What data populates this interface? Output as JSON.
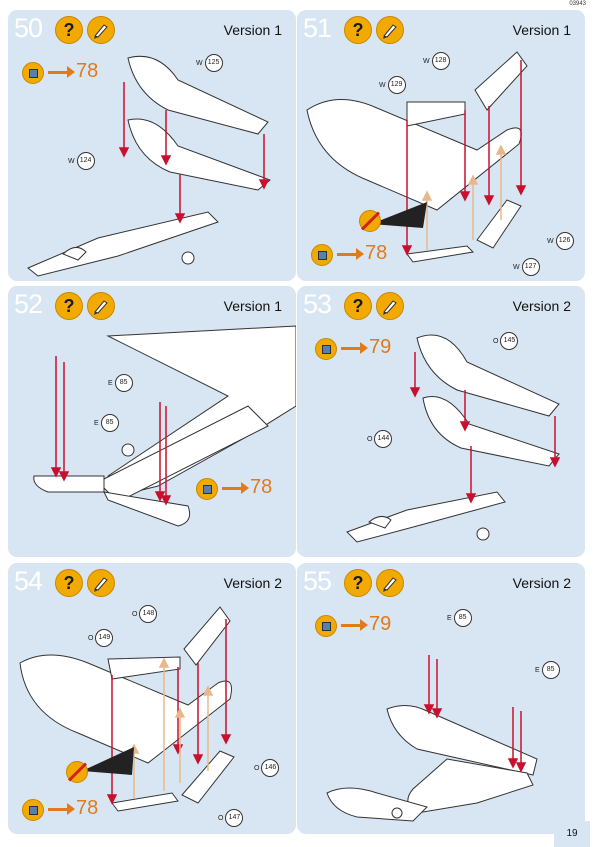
{
  "page_code": "03943",
  "page_number": "19",
  "question_symbol": "?",
  "steps": [
    {
      "number": "50",
      "version": "Version 1",
      "ref": "78",
      "labels": [
        {
          "p": "W",
          "n": "125"
        },
        {
          "p": "W",
          "n": "124"
        }
      ]
    },
    {
      "number": "51",
      "version": "Version 1",
      "ref": "78",
      "labels": [
        {
          "p": "W",
          "n": "128"
        },
        {
          "p": "W",
          "n": "129"
        },
        {
          "p": "W",
          "n": "126"
        },
        {
          "p": "W",
          "n": "127"
        }
      ]
    },
    {
      "number": "52",
      "version": "Version 1",
      "ref": "78",
      "labels": [
        {
          "p": "E",
          "n": "85"
        },
        {
          "p": "E",
          "n": "85"
        }
      ]
    },
    {
      "number": "53",
      "version": "Version 2",
      "ref": "79",
      "labels": [
        {
          "p": "O",
          "n": "145"
        },
        {
          "p": "O",
          "n": "144"
        }
      ]
    },
    {
      "number": "54",
      "version": "Version 2",
      "ref": "78",
      "labels": [
        {
          "p": "O",
          "n": "148"
        },
        {
          "p": "O",
          "n": "149"
        },
        {
          "p": "O",
          "n": "146"
        },
        {
          "p": "O",
          "n": "147"
        }
      ]
    },
    {
      "number": "55",
      "version": "Version 2",
      "ref": "79",
      "labels": [
        {
          "p": "E",
          "n": "85"
        },
        {
          "p": "E",
          "n": "85"
        }
      ]
    }
  ],
  "icons": {
    "help": "question-mark-icon",
    "paint": "paint-brush-icon",
    "reference": "paint-reference-icon",
    "no_paint": "no-paint-icon"
  },
  "colors": {
    "panel": "#d8e6f4",
    "accent_orange": "#e07a1a",
    "icon_yellow": "#f2a900",
    "arrow_red": "#c8102e",
    "arrow_tan": "#e8b88a"
  }
}
